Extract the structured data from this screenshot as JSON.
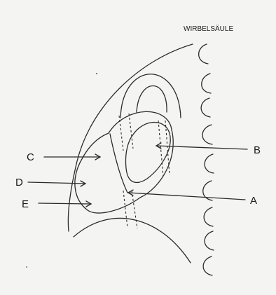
{
  "diagram": {
    "title": "WIRBELSÄULE",
    "labels": {
      "A": "A",
      "B": "B",
      "C": "C",
      "D": "D",
      "E": "E"
    }
  }
}
